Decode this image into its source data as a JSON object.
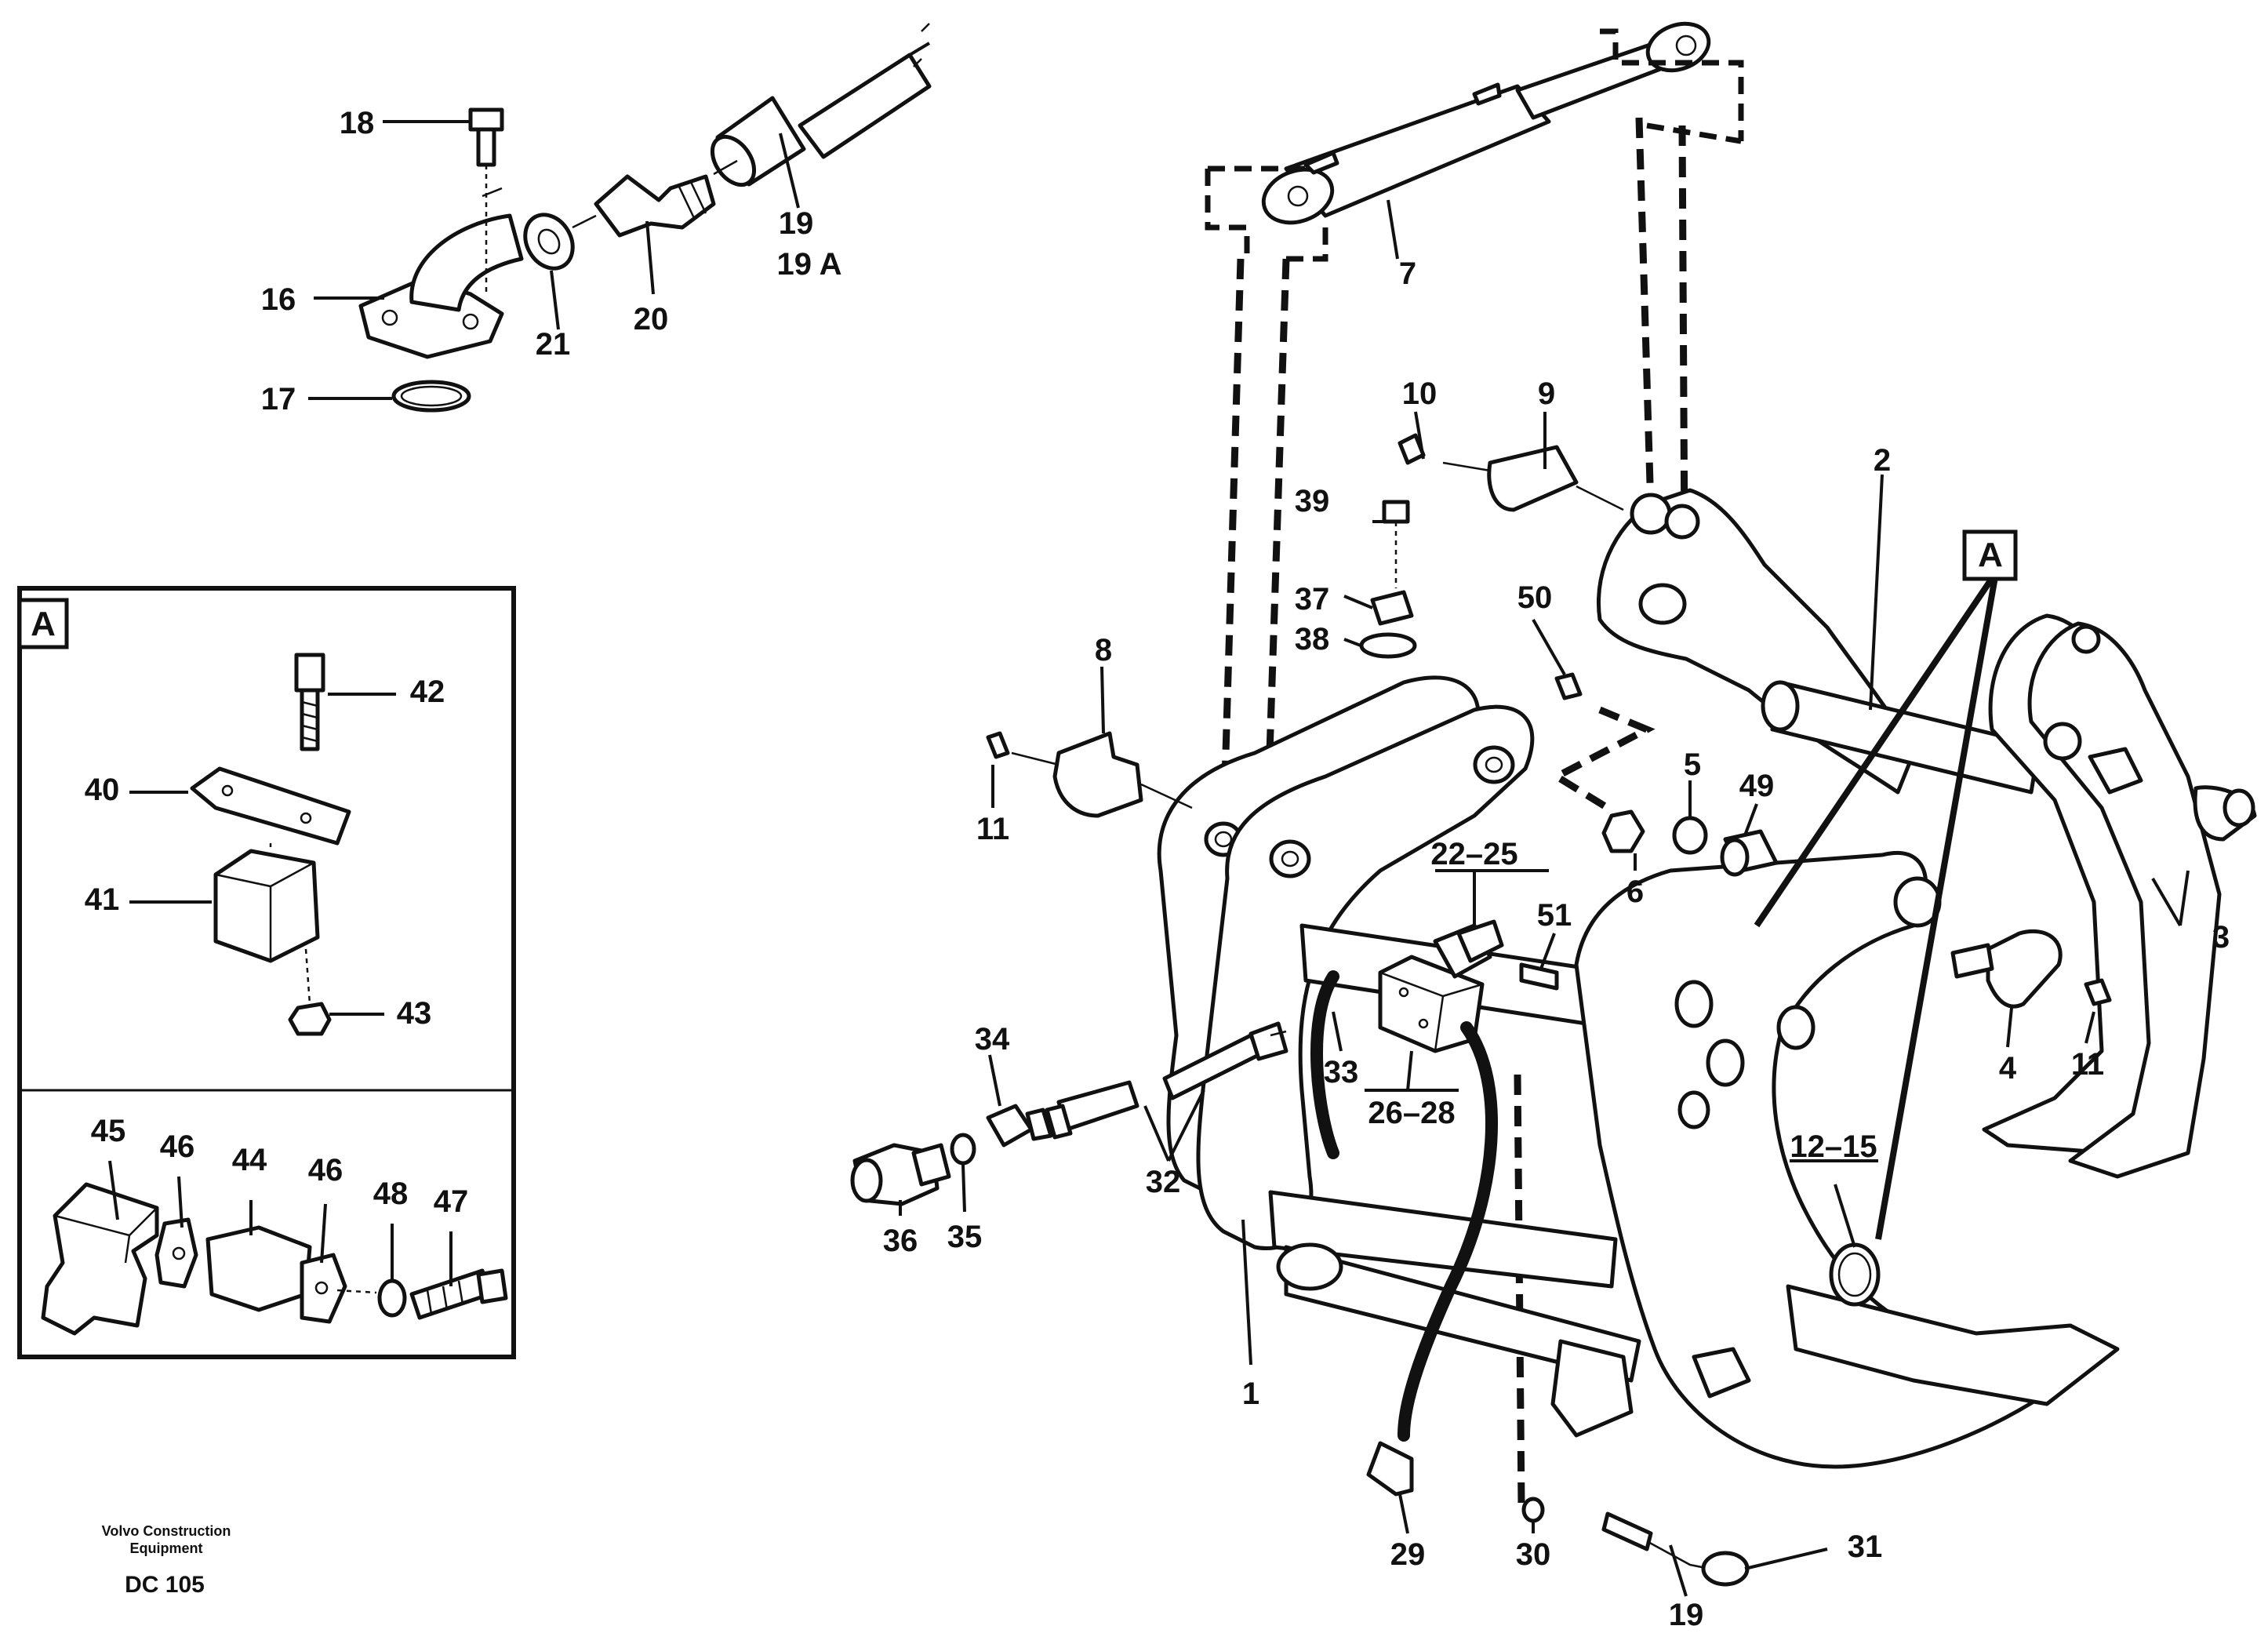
{
  "labels": {
    "l1": "1",
    "l2": "2",
    "l3": "3",
    "l4": "4",
    "l5": "5",
    "l6": "6",
    "l7": "7",
    "l8": "8",
    "l9": "9",
    "l10": "10",
    "l11a": "11",
    "l11b": "11",
    "l12_15": "12–15",
    "l16": "16",
    "l17": "17",
    "l18": "18",
    "l19a": "19",
    "l19A": "19 A",
    "l19b": "19",
    "l20": "20",
    "l21": "21",
    "l22_25": "22–25",
    "l26_28": "26–28",
    "l29": "29",
    "l30": "30",
    "l31": "31",
    "l32": "32",
    "l33": "33",
    "l34": "34",
    "l35": "35",
    "l36": "36",
    "l37": "37",
    "l38": "38",
    "l39": "39",
    "l40": "40",
    "l41": "41",
    "l42": "42",
    "l43": "43",
    "l44": "44",
    "l45": "45",
    "l46a": "46",
    "l46b": "46",
    "l47": "47",
    "l48": "48",
    "l49": "49",
    "l50": "50",
    "l51": "51",
    "detailA_box": "A",
    "detailA_tag": "A"
  },
  "footer": {
    "brand_line1": "Volvo Construction",
    "brand_line2": "Equipment",
    "code": "DC 105"
  }
}
